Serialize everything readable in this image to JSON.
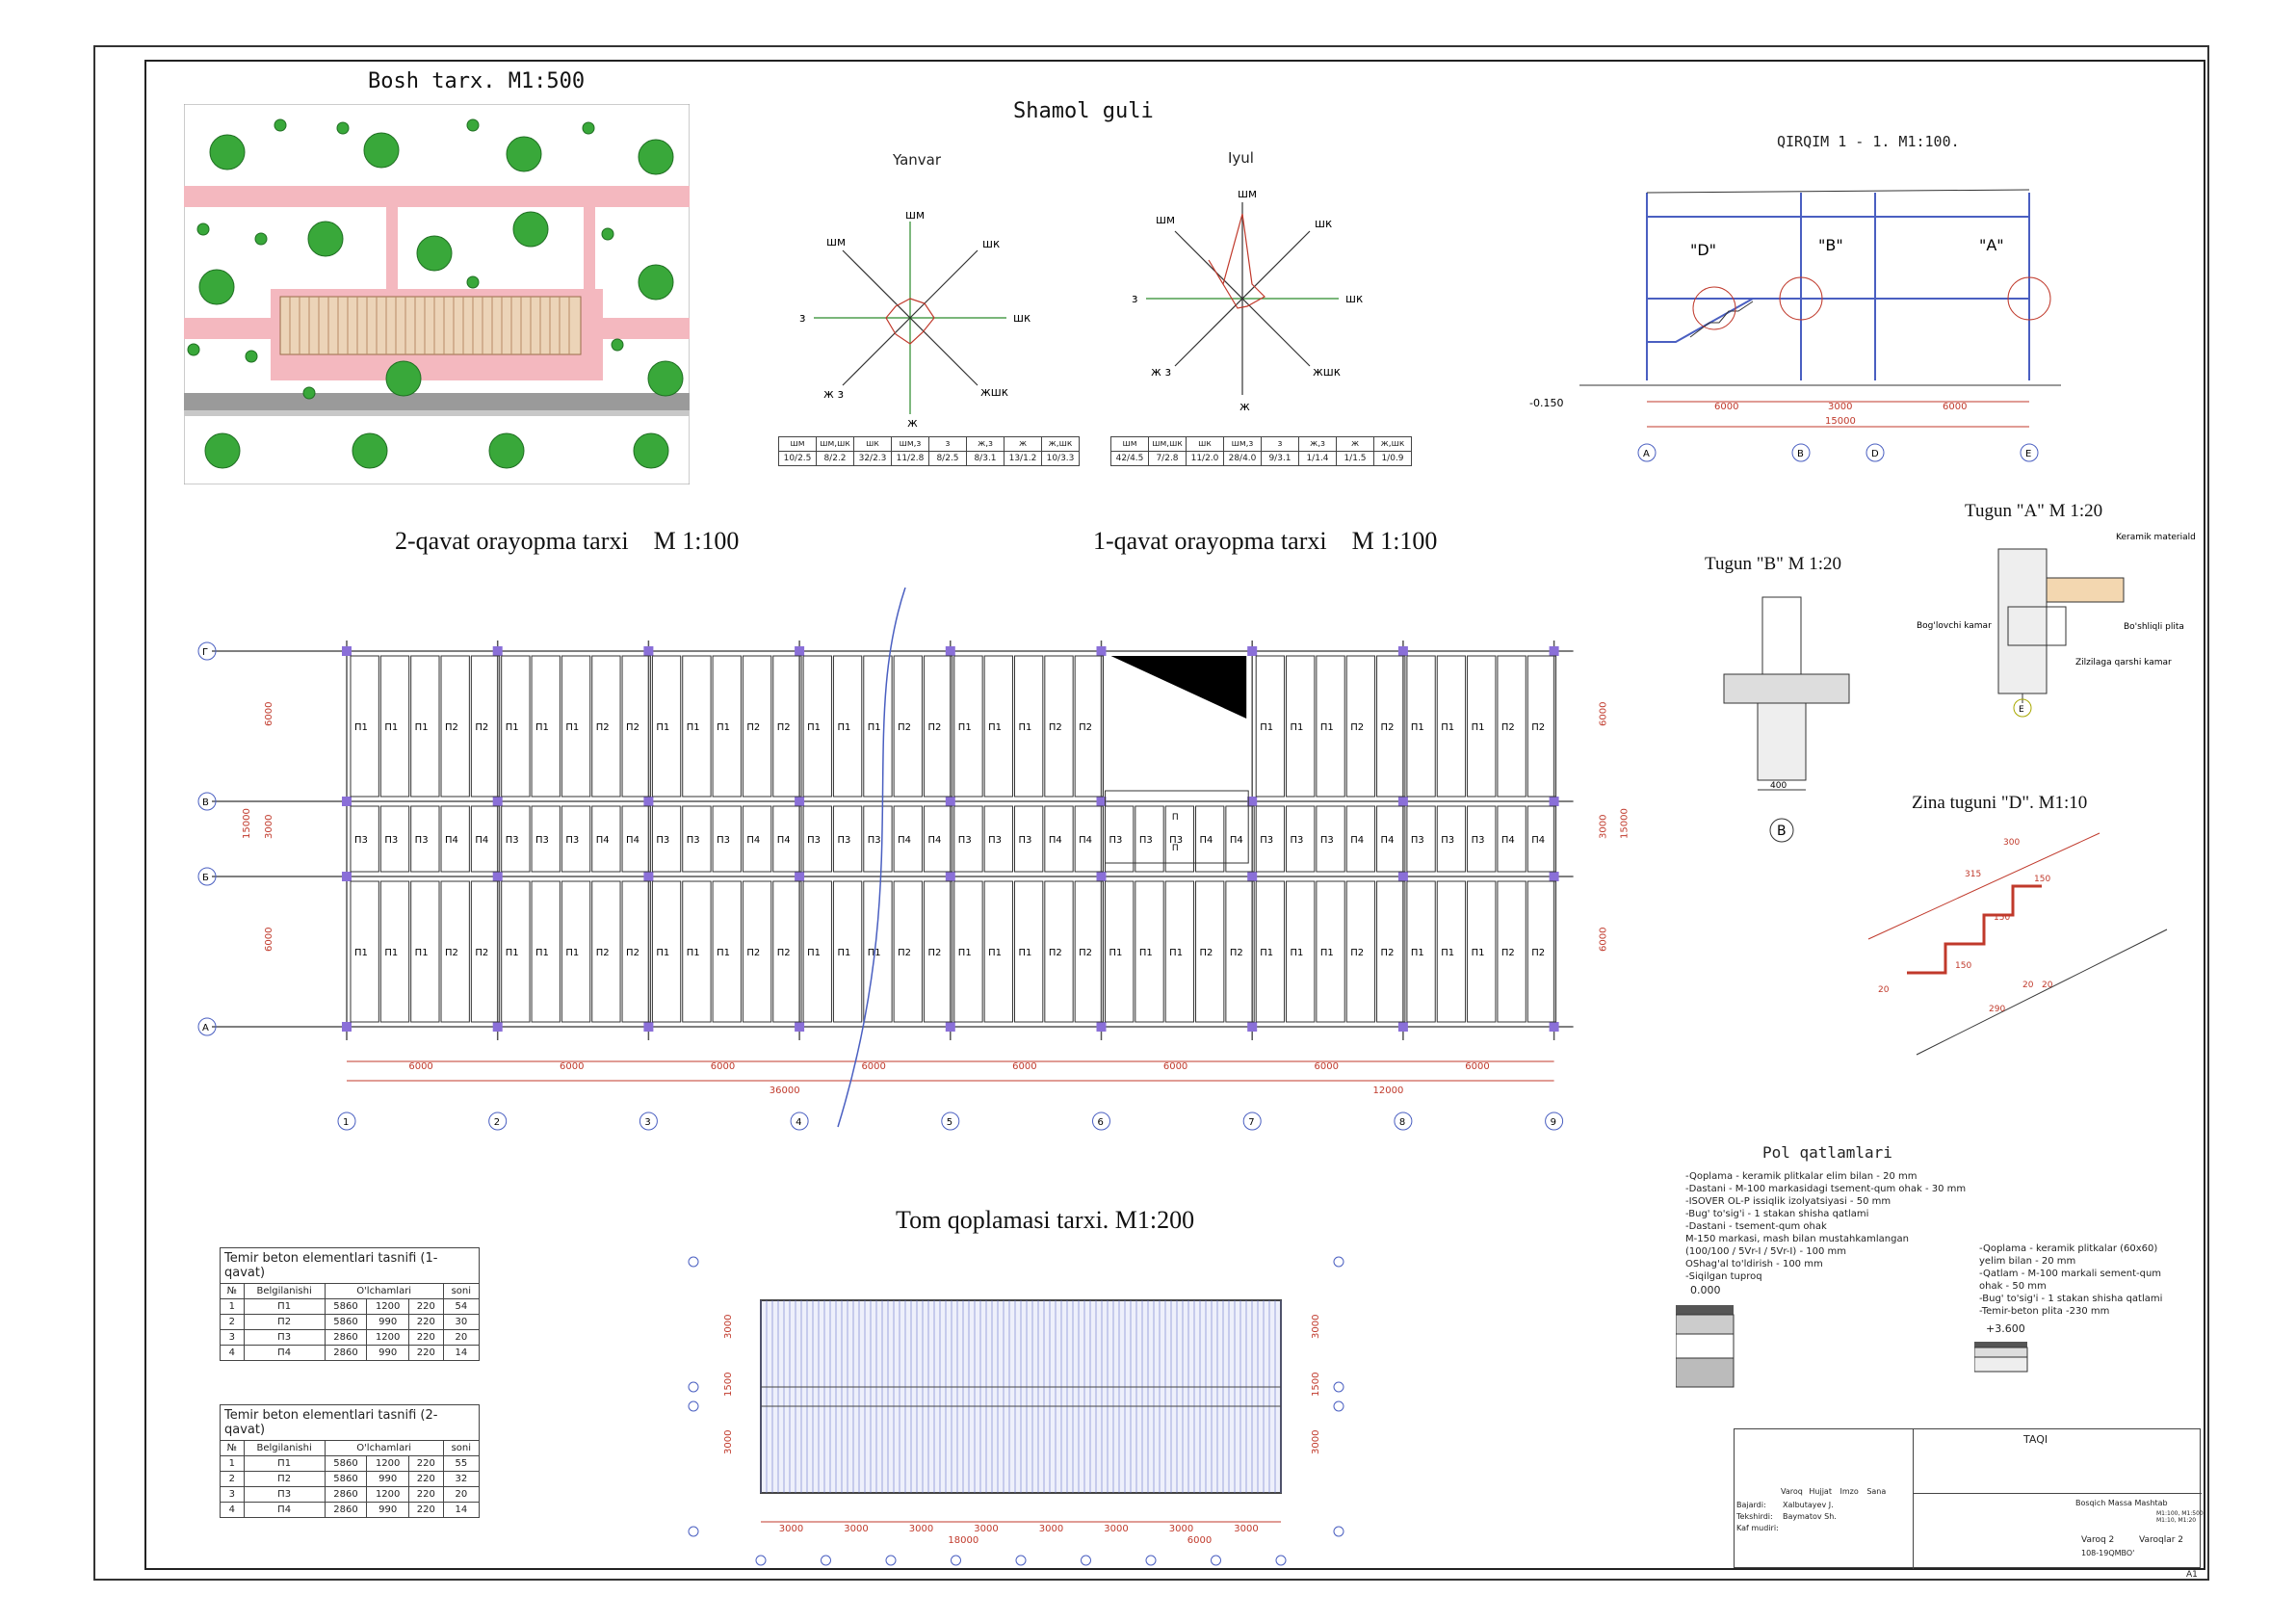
{
  "site_plan": {
    "title": "Bosh tarx. M1:500"
  },
  "wind": {
    "title": "Shamol guli",
    "jan": {
      "label": "Yanvar",
      "dirs": [
        "шм",
        "шм",
        "шк",
        "ж з",
        "ж",
        "жшк",
        "шк",
        "з"
      ],
      "headers": [
        "шм",
        "шм,шк",
        "шк",
        "шм,з",
        "з",
        "ж,з",
        "ж",
        "ж,шк"
      ],
      "values": [
        "10/2.5",
        "8/2.2",
        "32/2.3",
        "11/2.8",
        "8/2.5",
        "8/3.1",
        "13/1.2",
        "10/3.3"
      ]
    },
    "jul": {
      "label": "Iyul",
      "dirs": [
        "шм",
        "шм",
        "шк",
        "ж з",
        "ж",
        "жшк",
        "шк",
        "з"
      ],
      "headers": [
        "шм",
        "шм,шк",
        "шк",
        "шм,з",
        "з",
        "ж,з",
        "ж",
        "ж,шк"
      ],
      "values": [
        "42/4.5",
        "7/2.8",
        "11/2.0",
        "28/4.0",
        "9/3.1",
        "1/1.4",
        "1/1.5",
        "1/0.9"
      ]
    }
  },
  "section": {
    "title": "QIRQIM  1 - 1.  M1:100.",
    "level_bottom": "-0.150",
    "callouts": [
      "\"D\"",
      "\"B\"",
      "\"A\""
    ],
    "spans": [
      "6000",
      "3000",
      "6000"
    ],
    "total": "15000",
    "axes": [
      "A",
      "B",
      "D",
      "E"
    ]
  },
  "plans": {
    "title_2": "2-qavat orayopma tarxi",
    "title_1": "1-qavat orayopma tarxi",
    "scale": "M 1:100",
    "row_axes": [
      "Г",
      "В",
      "Б",
      "А"
    ],
    "col_axes": [
      "1",
      "2",
      "3",
      "4",
      "5",
      "6",
      "7",
      "8",
      "9"
    ],
    "bay": "6000",
    "total_left": "36000",
    "total_right": "12000",
    "dim_side": [
      "6000",
      "3000",
      "6000"
    ],
    "dim_total": "15000",
    "slab_big": [
      "П1",
      "П1",
      "П1",
      "П2",
      "П2"
    ],
    "slab_small": [
      "П3",
      "П3",
      "П3",
      "П4",
      "П4"
    ],
    "stair_slab": "П"
  },
  "tugun_a": {
    "title": "Tugun \"A\"  M 1:20",
    "labels": [
      "Keramik materialdan pol",
      "Bog'lovchi kamar",
      "Bo'shliqli plita",
      "Zilzilaga qarshi kamar"
    ],
    "axis": "E"
  },
  "tugun_b": {
    "title": "Tugun \"B\"  M 1:20",
    "dim": "400",
    "axis": "B"
  },
  "zina": {
    "title": "Zina tuguni \"D\". M1:10",
    "dims": [
      "300",
      "315",
      "150",
      "150",
      "150",
      "20",
      "290",
      "20",
      "20"
    ]
  },
  "pol": {
    "title": "Pol qatlamlari",
    "notes_left": "-Qoplama - keramik plitkalar elim bilan - 20 mm\n-Dastani - M-100 markasidagi tsement-qum ohak - 30 mm\n-ISOVER OL-P issiqlik izolyatsiyasi - 50 mm\n-Bug' to'sig'i - 1 stakan shisha qatlami\n-Dastani - tsement-qum ohak\nM-150 markasi, mash bilan mustahkamlangan\n(100/100 / 5Vr-I / 5Vr-I) - 100 mm\nOShag'al to'ldirish - 100 mm\n-Siqilgan tuproq",
    "level_left": "0.000",
    "notes_right": "-Qoplama - keramik plitkalar (60x60)\nyelim bilan - 20 mm\n-Qatlam - M-100 markali sement-qum\nohak - 50 mm\n-Bug' to'sig'i - 1 stakan shisha qatlami\n-Temir-beton plita -230 mm",
    "level_right": "+3.600"
  },
  "roof": {
    "title": "Tom qoplamasi tarxi.  M1:200",
    "bays": [
      "3000",
      "3000",
      "3000",
      "3000",
      "3000",
      "3000",
      "3000",
      "3000"
    ],
    "total_mid": "18000",
    "total_right": "6000",
    "side": [
      "3000",
      "1500",
      "3000"
    ]
  },
  "spec1": {
    "title": "Temir beton elementlari tasnifi (1-qavat)",
    "headers": [
      "№",
      "Belgilanishi",
      "O'lchamlari",
      "soni"
    ],
    "rows": [
      [
        "1",
        "П1",
        "5860",
        "1200",
        "220",
        "54"
      ],
      [
        "2",
        "П2",
        "5860",
        "990",
        "220",
        "30"
      ],
      [
        "3",
        "П3",
        "2860",
        "1200",
        "220",
        "20"
      ],
      [
        "4",
        "П4",
        "2860",
        "990",
        "220",
        "14"
      ]
    ]
  },
  "spec2": {
    "title": "Temir beton elementlari tasnifi (2-qavat)",
    "headers": [
      "№",
      "Belgilanishi",
      "O'lchamlari",
      "soni"
    ],
    "rows": [
      [
        "1",
        "П1",
        "5860",
        "1200",
        "220",
        "55"
      ],
      [
        "2",
        "П2",
        "5860",
        "990",
        "220",
        "32"
      ],
      [
        "3",
        "П3",
        "2860",
        "1200",
        "220",
        "20"
      ],
      [
        "4",
        "П4",
        "2860",
        "990",
        "220",
        "14"
      ]
    ]
  },
  "stamp": {
    "title": "TAQI",
    "cols": [
      "Varoq",
      "Hujjat",
      "Imzo",
      "Sana"
    ],
    "roles": [
      "Bajardi:",
      "Tekshirdi:",
      "Kaf mudiri:"
    ],
    "names": [
      "Xalbutayev J.",
      "Baymatov Sh."
    ],
    "stage_h": [
      "Bosqich",
      "Massa",
      "Mashtab"
    ],
    "scale_val": "M1:100, M1:500\nM1:10, M1:20",
    "sheet": "Varoq 2",
    "sheets": "Varoqlar 2",
    "code": "108-19QMBO'",
    "format": "A1"
  }
}
